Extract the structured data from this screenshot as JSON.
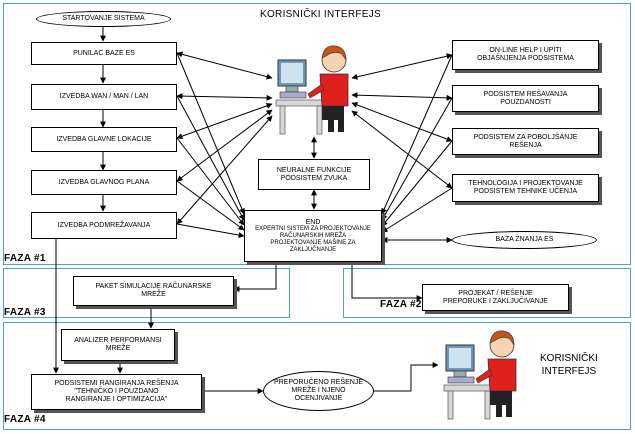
{
  "title": "KORISNIČKI INTERFEJS",
  "bottom_title": [
    "KORISNIČKI",
    "INTERFEJS"
  ],
  "phases": [
    "FAZA #1",
    "FAZA #2",
    "FAZA #3",
    "FAZA #4"
  ],
  "start": "STARTOVANJE SISTEMA",
  "left_boxes": [
    "PUNILAC BAZE ES",
    "IZVEDBA WAN / MAN / LAN",
    "IZVEDBA GLAVNE LOKACIJE",
    "IZVEDBA GLAVNOG PLANA",
    "IZVEDBA PODMREŽAVANJA"
  ],
  "right_boxes": [
    [
      "ON-LINE HELP I UPITI",
      "OBJAŠNJENJA PODSISTEMA"
    ],
    [
      "PODSISTEM REŠAVANJA",
      "POUZDANOSTI"
    ],
    [
      "PODSISTEM ZA POBOLJŠANJE",
      "REŠENJA"
    ],
    [
      "TEHNOLOGIJA I PROJEKTOVANJE",
      "PODSISTEM TEHNIKE UČENJA"
    ]
  ],
  "neural": [
    "NEURALNE FUNKCIJE",
    "PODSISTEM ZVUKA"
  ],
  "end": {
    "title": "END",
    "lines": [
      "EXPERTNI SISTEM ZA PROJEKTOVANJE",
      "RAČUNARSKIH MREŽA",
      "PROJEKTOVANJE MAŠINE ZA",
      "ZAKLJUČNANJE"
    ]
  },
  "knowledge_base": "BAZA ZNANJA ES",
  "sim": [
    "PAKET SIMULACIJE RAČUNARSKE",
    "MREŽE"
  ],
  "project": [
    "PROJEKAT / REŠENJE",
    "PREPORUKE I ZAKLJUČIVANJE"
  ],
  "analyzer": [
    "ANALIZER PERFORMANSI",
    "MREŽE"
  ],
  "ranking": [
    "PODSISTEMI RANGIRANJA REŠENJA",
    "\"TEHNIČKO I POUZDANO",
    "RANGIRANJE I OPTIMIZACIJA\""
  ],
  "recommended": [
    "PREPORUČENO REŠENJE",
    "MREŽE I NJENO",
    "OCENJIVANJE"
  ],
  "colors": {
    "phase_border": "#4fa3c8",
    "monitor": "#6f99b6",
    "shirt": "#e0201c",
    "hair": "#c3541c",
    "desk": "#d8d8d8"
  },
  "icons": [
    "person-at-computer-icon",
    "person-at-computer-icon"
  ]
}
